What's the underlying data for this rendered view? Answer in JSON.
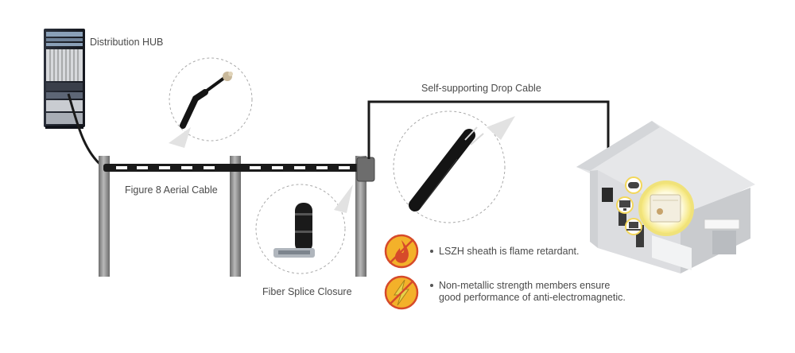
{
  "labels": {
    "distribution_hub": "Distribution HUB",
    "figure8_cable": "Figure 8 Aerial Cable",
    "drop_cable": "Self-supporting Drop Cable",
    "splice_closure": "Fiber Splice Closure"
  },
  "features": [
    {
      "icon": "flame-icon",
      "text": "LSZH sheath is flame retardant."
    },
    {
      "icon": "lightning-icon",
      "text_line1": "Non-metallic strength members ensure",
      "text_line2": "good performance of anti-electromagnetic."
    }
  ],
  "devices": [
    "gamepad-icon",
    "monitor-icon",
    "laptop-icon"
  ],
  "colors": {
    "cable": "#1a1a1a",
    "pole": "#8a8a8a",
    "icon_ring": "#d64a2a",
    "icon_fill": "#f3b12a",
    "router_glow": "#f5ea7a"
  }
}
